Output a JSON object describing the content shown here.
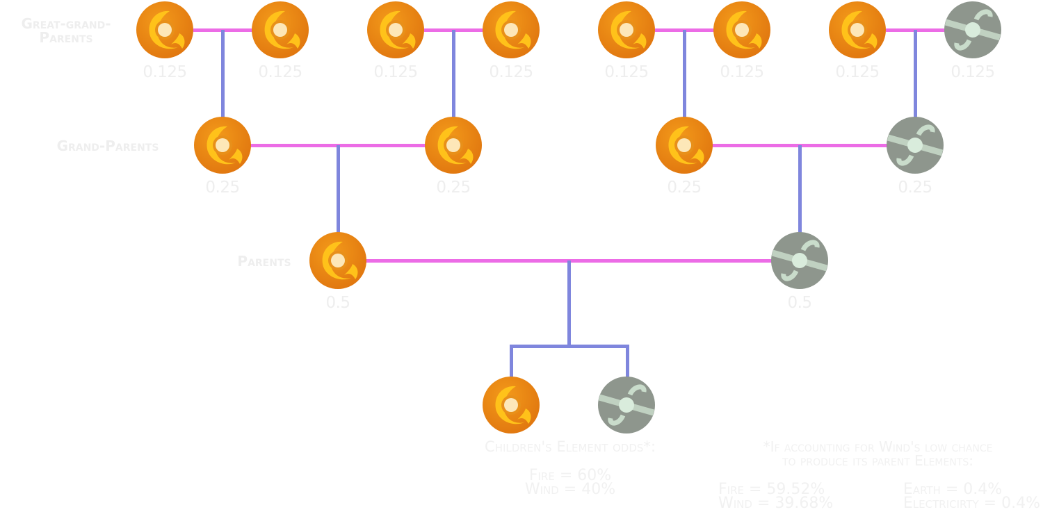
{
  "title": "Element inheritance family tree",
  "generation_labels": {
    "great_grandparents_line1": "Great-grand-",
    "great_grandparents_line2": "Parents",
    "grandparents": "Grand-Parents",
    "parents": "Parents"
  },
  "great_grandparents": [
    {
      "element": "fire",
      "value": "0.125"
    },
    {
      "element": "fire",
      "value": "0.125"
    },
    {
      "element": "fire",
      "value": "0.125"
    },
    {
      "element": "fire",
      "value": "0.125"
    },
    {
      "element": "fire",
      "value": "0.125"
    },
    {
      "element": "fire",
      "value": "0.125"
    },
    {
      "element": "fire",
      "value": "0.125"
    },
    {
      "element": "wind",
      "value": "0.125"
    }
  ],
  "grandparents": [
    {
      "element": "fire",
      "value": "0.25"
    },
    {
      "element": "fire",
      "value": "0.25"
    },
    {
      "element": "fire",
      "value": "0.25"
    },
    {
      "element": "wind",
      "value": "0.25"
    }
  ],
  "parents": [
    {
      "element": "fire",
      "value": "0.5"
    },
    {
      "element": "wind",
      "value": "0.5"
    }
  ],
  "children": [
    {
      "element": "fire"
    },
    {
      "element": "wind"
    }
  ],
  "odds": {
    "heading": "Children's Element odds*:",
    "fire": "Fire =  60%",
    "wind": "Wind = 40%"
  },
  "footnote": {
    "line1": "*If accounting for Wind's low chance",
    "line2": "to produce its parent Elements:",
    "fire": "Fire = 59.52%",
    "wind": "Wind = 39.68%",
    "earth": "Earth = 0.4%",
    "electricity": "Electricirty = 0.4%"
  },
  "colors": {
    "mate_line": "#ec6ce6",
    "descent_line": "#7f86dd",
    "fire_outer": "#e0760f",
    "fire_inner": "#ffc21a",
    "wind_outer": "#8e968d",
    "wind_inner": "#d9ecdc",
    "label_text": "#eeeeee"
  }
}
